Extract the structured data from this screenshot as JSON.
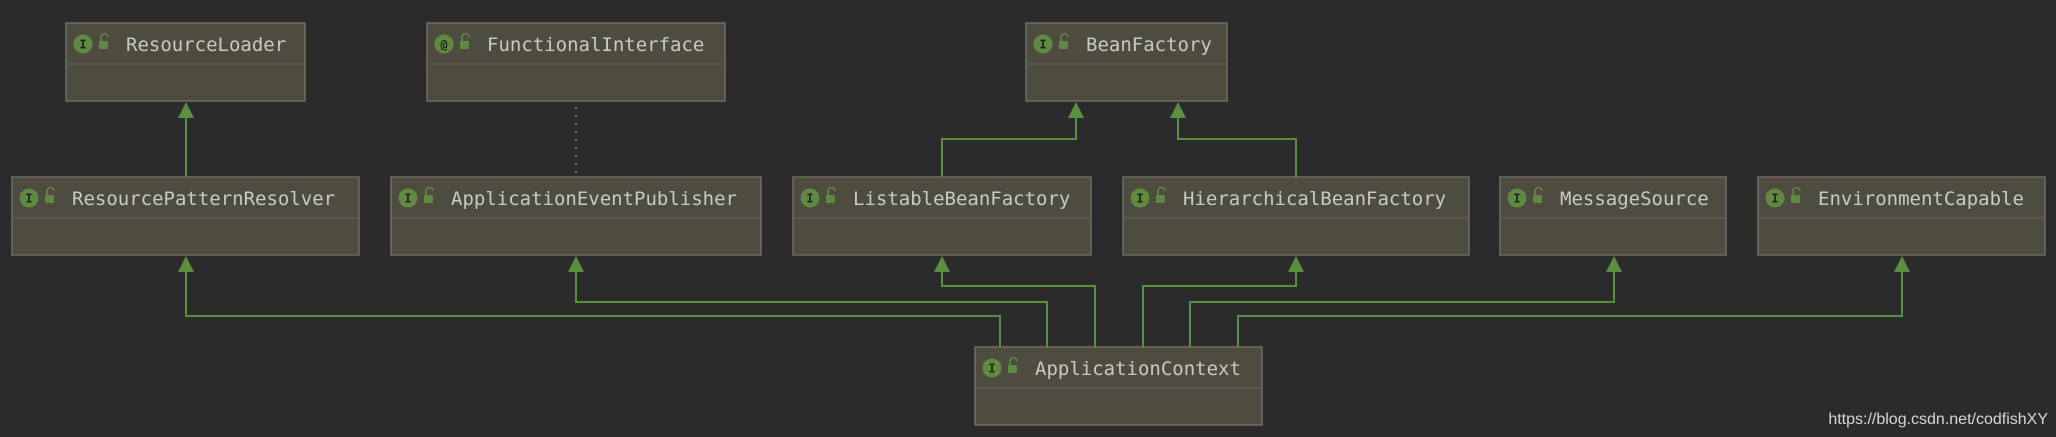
{
  "diagram": {
    "type": "uml-class-hierarchy",
    "nodes": [
      {
        "id": "resource_loader",
        "label": "ResourceLoader",
        "badge": "I",
        "icon": "lock-open-icon"
      },
      {
        "id": "functional_interface",
        "label": "FunctionalInterface",
        "badge": "@",
        "icon": "lock-open-icon"
      },
      {
        "id": "bean_factory",
        "label": "BeanFactory",
        "badge": "I",
        "icon": "lock-open-icon"
      },
      {
        "id": "resource_pattern_resolver",
        "label": "ResourcePatternResolver",
        "badge": "I",
        "icon": "lock-open-icon"
      },
      {
        "id": "application_event_publisher",
        "label": "ApplicationEventPublisher",
        "badge": "I",
        "icon": "lock-open-icon"
      },
      {
        "id": "listable_bean_factory",
        "label": "ListableBeanFactory",
        "badge": "I",
        "icon": "lock-open-icon"
      },
      {
        "id": "hierarchical_bean_factory",
        "label": "HierarchicalBeanFactory",
        "badge": "I",
        "icon": "lock-open-icon"
      },
      {
        "id": "message_source",
        "label": "MessageSource",
        "badge": "I",
        "icon": "lock-open-icon"
      },
      {
        "id": "environment_capable",
        "label": "EnvironmentCapable",
        "badge": "I",
        "icon": "lock-open-icon"
      },
      {
        "id": "application_context",
        "label": "ApplicationContext",
        "badge": "I",
        "icon": "lock-open-icon"
      }
    ],
    "edges": [
      {
        "from": "resource_pattern_resolver",
        "to": "resource_loader",
        "style": "solid-arrow"
      },
      {
        "from": "application_event_publisher",
        "to": "functional_interface",
        "style": "dotted"
      },
      {
        "from": "listable_bean_factory",
        "to": "bean_factory",
        "style": "solid-arrow"
      },
      {
        "from": "hierarchical_bean_factory",
        "to": "bean_factory",
        "style": "solid-arrow"
      },
      {
        "from": "application_context",
        "to": "resource_pattern_resolver",
        "style": "solid-arrow"
      },
      {
        "from": "application_context",
        "to": "application_event_publisher",
        "style": "solid-arrow"
      },
      {
        "from": "application_context",
        "to": "listable_bean_factory",
        "style": "solid-arrow"
      },
      {
        "from": "application_context",
        "to": "hierarchical_bean_factory",
        "style": "solid-arrow"
      },
      {
        "from": "application_context",
        "to": "message_source",
        "style": "solid-arrow"
      },
      {
        "from": "application_context",
        "to": "environment_capable",
        "style": "solid-arrow"
      }
    ],
    "colors": {
      "background": "#2b2b2b",
      "node_fill": "#4e4b3f",
      "node_border": "#6f6d64",
      "edge": "#5a8f3c",
      "badge": "#5f8a3f",
      "text": "#c9c9c9"
    }
  },
  "watermark": "https://blog.csdn.net/codfishXY"
}
